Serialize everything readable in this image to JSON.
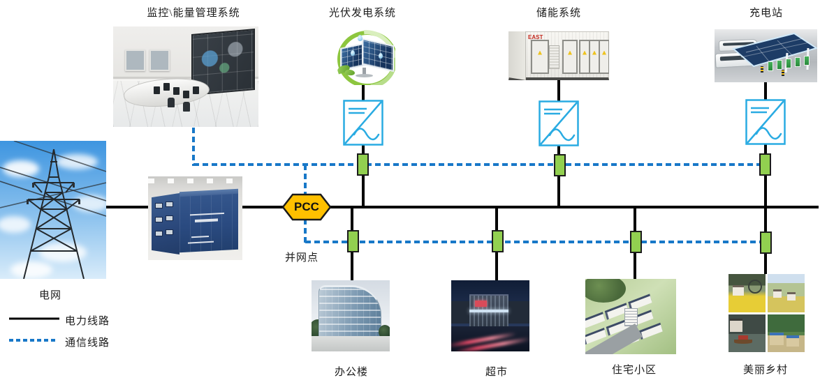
{
  "nodes": {
    "monitoring": "监控\\能量管理系统",
    "pv": "光伏发电系统",
    "storage": "储能系统",
    "charging": "充电站",
    "grid": "电网",
    "office": "办公楼",
    "supermarket": "超市",
    "residential": "住宅小区",
    "village": "美丽乡村"
  },
  "pcc": {
    "label": "PCC",
    "note": "并网点"
  },
  "legend": {
    "power": "电力线路",
    "comm": "通信线路"
  },
  "storage_logo": "EAST",
  "colors": {
    "power_line": "#000000",
    "comm_line": "#1878c8",
    "switch_fill": "#92d050",
    "pcc_fill": "#ffc000",
    "inverter_stroke": "#29abe2"
  }
}
